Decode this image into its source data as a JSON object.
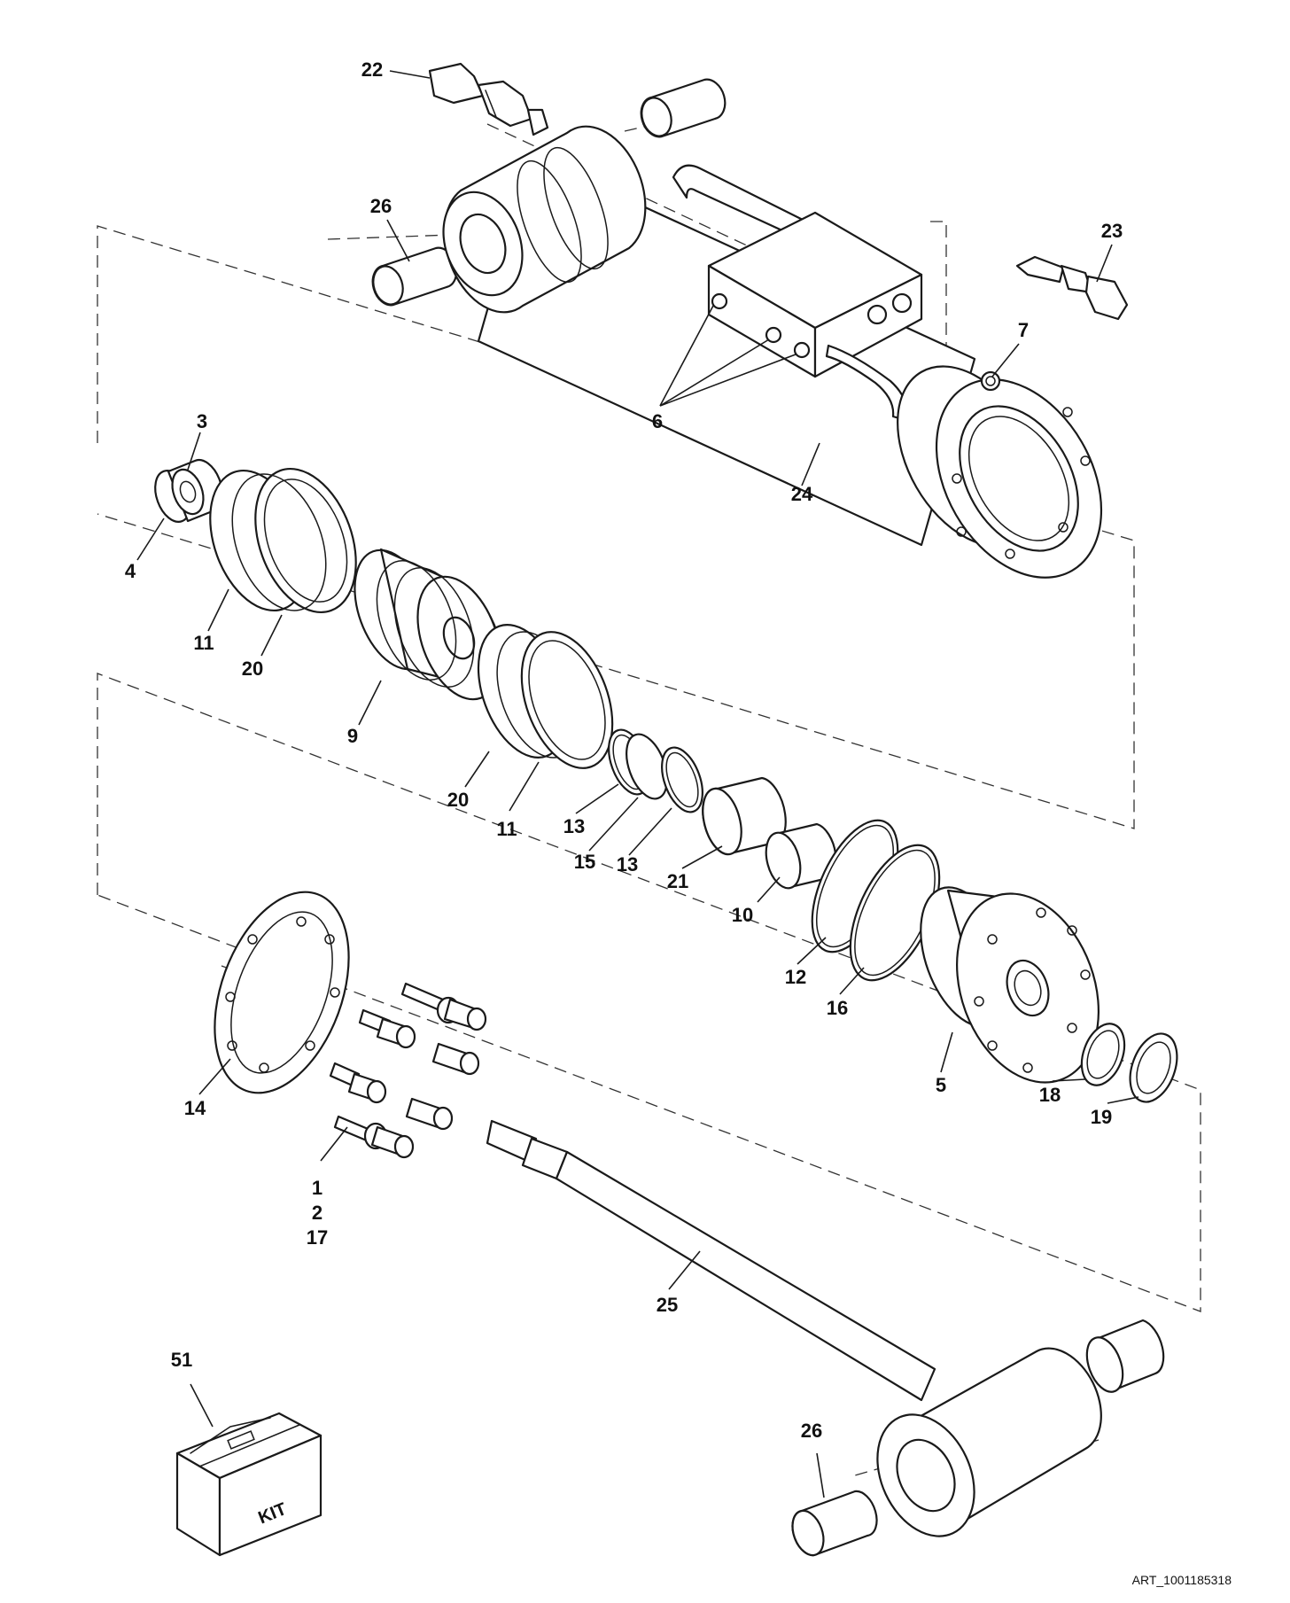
{
  "callouts": {
    "c1": "1",
    "c2": "2",
    "c3": "3",
    "c4": "4",
    "c5": "5",
    "c6": "6",
    "c7": "7",
    "c9": "9",
    "c10": "10",
    "c11a": "11",
    "c11b": "11",
    "c12": "12",
    "c13a": "13",
    "c13b": "13",
    "c14": "14",
    "c15": "15",
    "c16": "16",
    "c17": "17",
    "c18": "18",
    "c19": "19",
    "c20a": "20",
    "c20b": "20",
    "c21": "21",
    "c22": "22",
    "c23": "23",
    "c24": "24",
    "c25": "25",
    "c26a": "26",
    "c26b": "26",
    "c51": "51"
  },
  "kit_label": "KIT",
  "art_reference": "ART_1001185318",
  "colors": {
    "line": "#1a1a1a",
    "background": "#ffffff"
  }
}
